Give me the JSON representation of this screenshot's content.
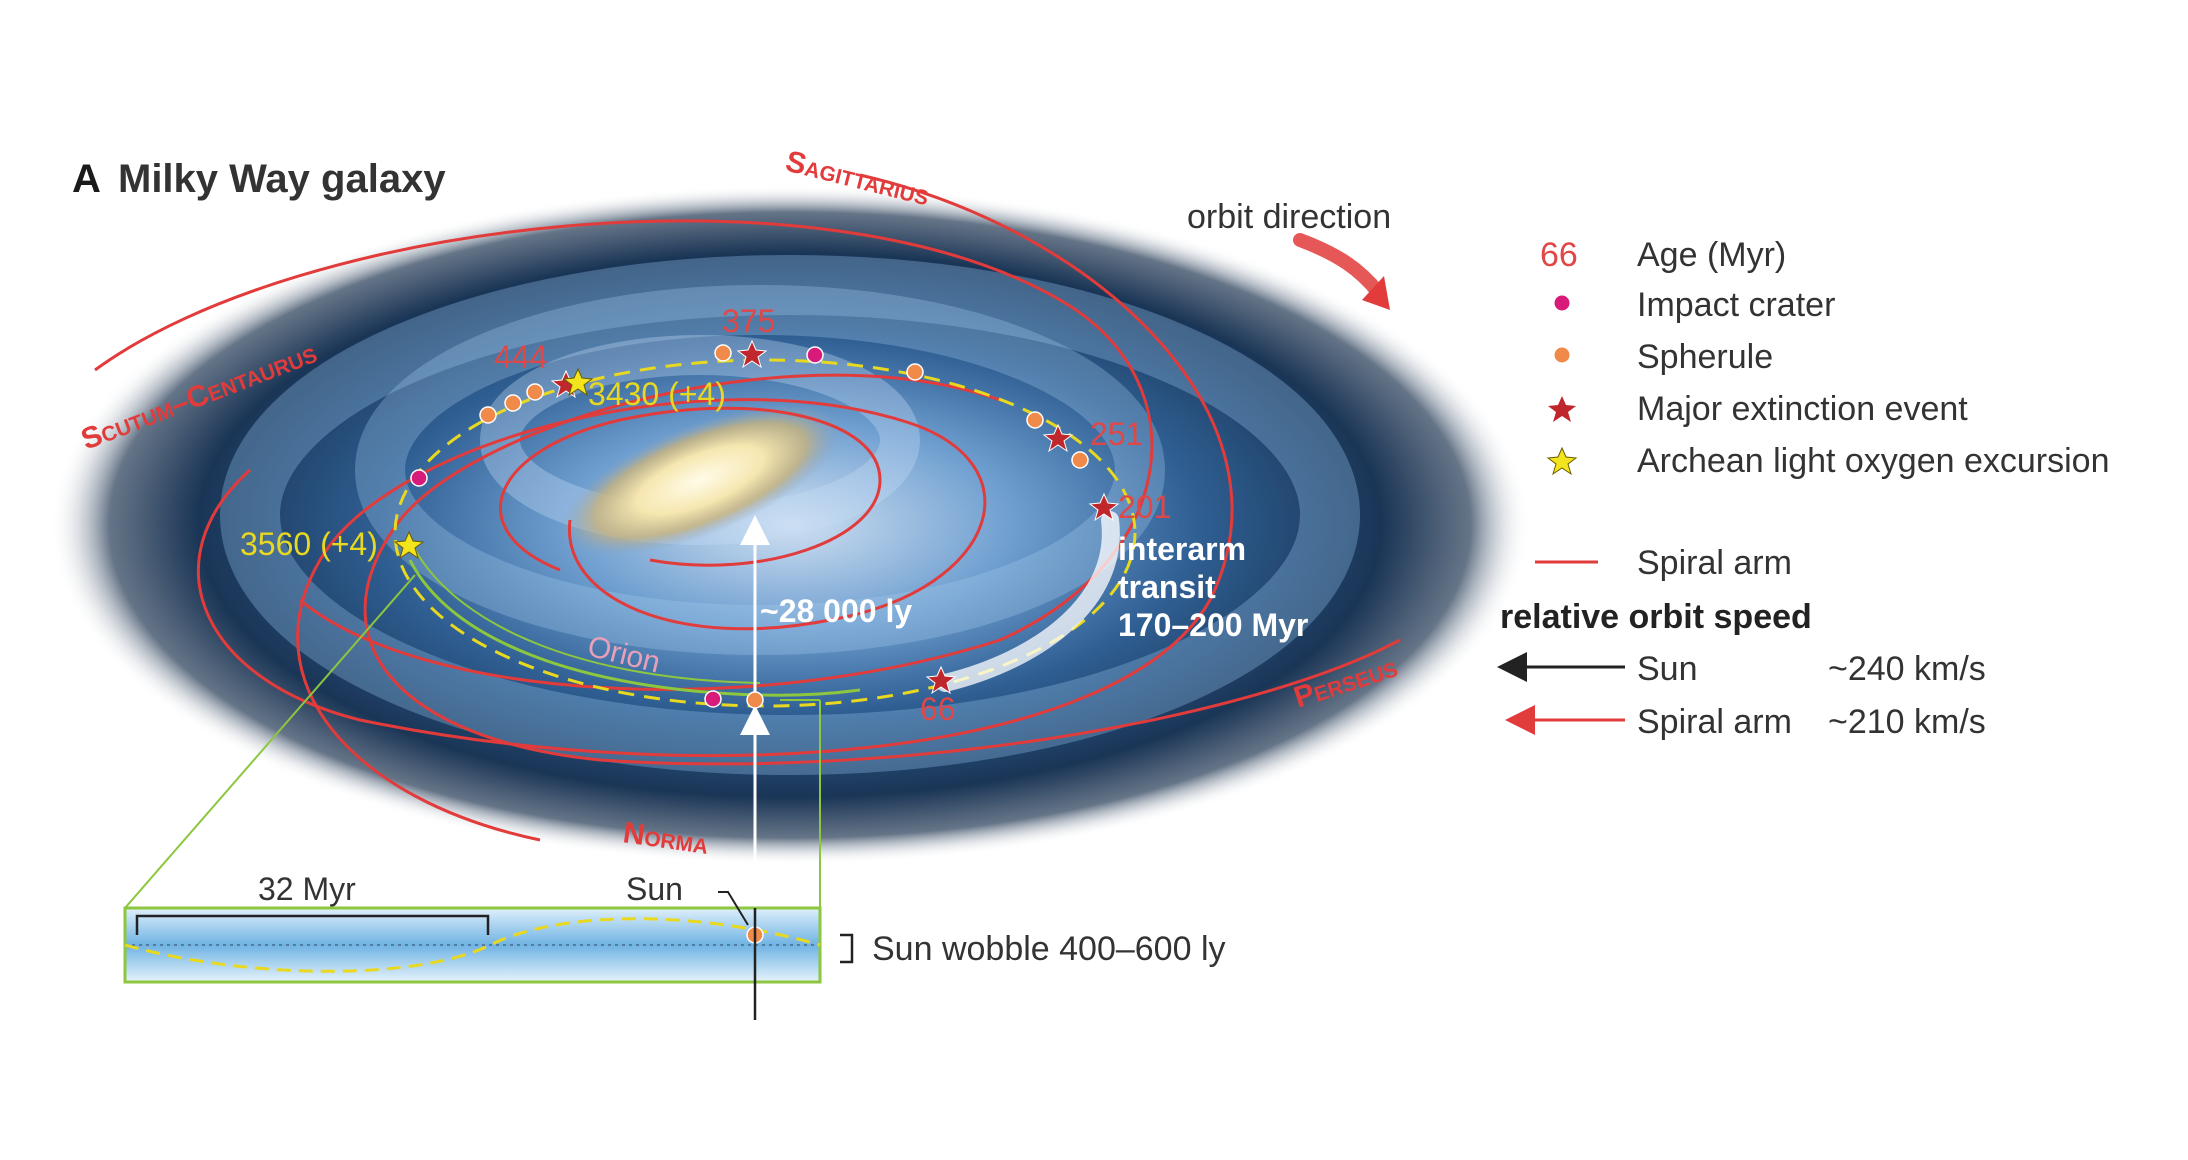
{
  "figure": {
    "panel_letter": "A",
    "title": "Milky Way galaxy"
  },
  "arms": {
    "sagittarius": "Sagittarius",
    "scutum_centaurus": "Scutum–Centaurus",
    "perseus": "Perseus",
    "norma": "Norma",
    "orion": "Orion"
  },
  "annotations": {
    "orbit_direction": "orbit direction",
    "distance": "~28 000 ly",
    "interarm_line1": "interarm",
    "interarm_line2": "transit",
    "interarm_line3": "170–200 Myr"
  },
  "ages": {
    "a375": "375",
    "a444": "444",
    "a3430": "3430 (+4)",
    "a251": "251",
    "a201": "201",
    "a3560": "3560 (+4)",
    "a66": "66"
  },
  "inset": {
    "period": "32 Myr",
    "sun_label": "Sun",
    "wobble": "Sun wobble 400–600 ly"
  },
  "legend": {
    "age_sample": "66",
    "age": "Age (Myr)",
    "impact": "Impact crater",
    "spherule": "Spherule",
    "extinction": "Major extinction event",
    "archean": "Archean light oxygen excursion",
    "spiral_arm": "Spiral arm",
    "speed_title": "relative orbit speed",
    "sun": "Sun",
    "sun_speed": "~240 km/s",
    "arm": "Spiral arm",
    "arm_speed": "~210 km/s"
  },
  "colors": {
    "arm_red": "#e23b3b",
    "age_red": "#e04848",
    "archean_yellow": "#e8d820",
    "impact_magenta": "#d81b7a",
    "spherule_orange": "#f08a4b",
    "inset_green": "#8dc63f",
    "galaxy_blue": "#2c5d92"
  }
}
